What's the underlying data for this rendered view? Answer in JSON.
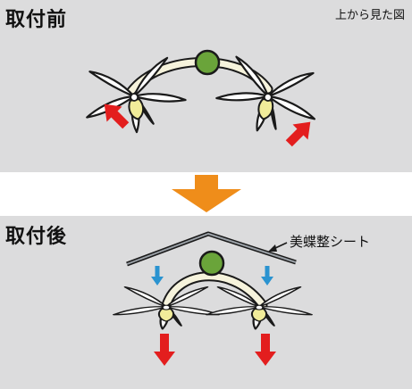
{
  "before": {
    "title": "取付前",
    "view_note": "上から見た図"
  },
  "after": {
    "title": "取付後",
    "sheet_label": "美蝶整シート"
  },
  "colors": {
    "background": "#dcdcdd",
    "stem": "#f6f3dc",
    "bud": "#6aa43a",
    "petal": "#ffffff",
    "lip": "#f1ec9a",
    "pull_arrow": "#e31e1e",
    "press_arrow": "#2a93d0",
    "transition_arrow": "#ef8d1a",
    "outline": "#1a1a1a"
  }
}
